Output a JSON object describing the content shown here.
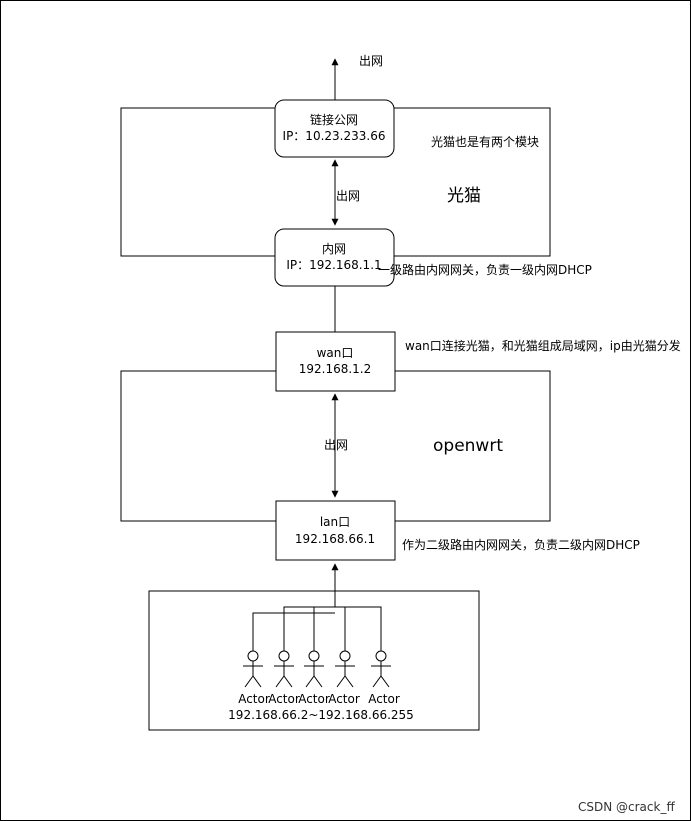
{
  "nodes": {
    "public": {
      "line1": "链接公网",
      "line2": "IP：10.23.233.66"
    },
    "inner": {
      "line1": "内网",
      "line2": "IP：192.168.1.1"
    },
    "wan": {
      "line1": "wan口",
      "line2": "192.168.1.2"
    },
    "lan": {
      "line1": "lan口",
      "line2": "192.168.66.1"
    }
  },
  "labels": {
    "out_top": "出网",
    "out_mid": "出网",
    "out_low": "出网",
    "modem_note": "光猫也是有两个模块",
    "modem_title": "光猫",
    "inner_note": "一级路由内网网关，负责一级内网DHCP",
    "wan_note": "wan口连接光猫，和光猫组成局域网，ip由光猫分发",
    "openwrt_title": "openwrt",
    "lan_note": "作为二级路由内网网关，负责二级内网DHCP"
  },
  "actors": {
    "labels": [
      "Actor",
      "Actor",
      "Actor",
      "Actor",
      "Actor"
    ],
    "range": "192.168.66.2~192.168.66.255"
  },
  "watermark": "CSDN @crack_ff"
}
